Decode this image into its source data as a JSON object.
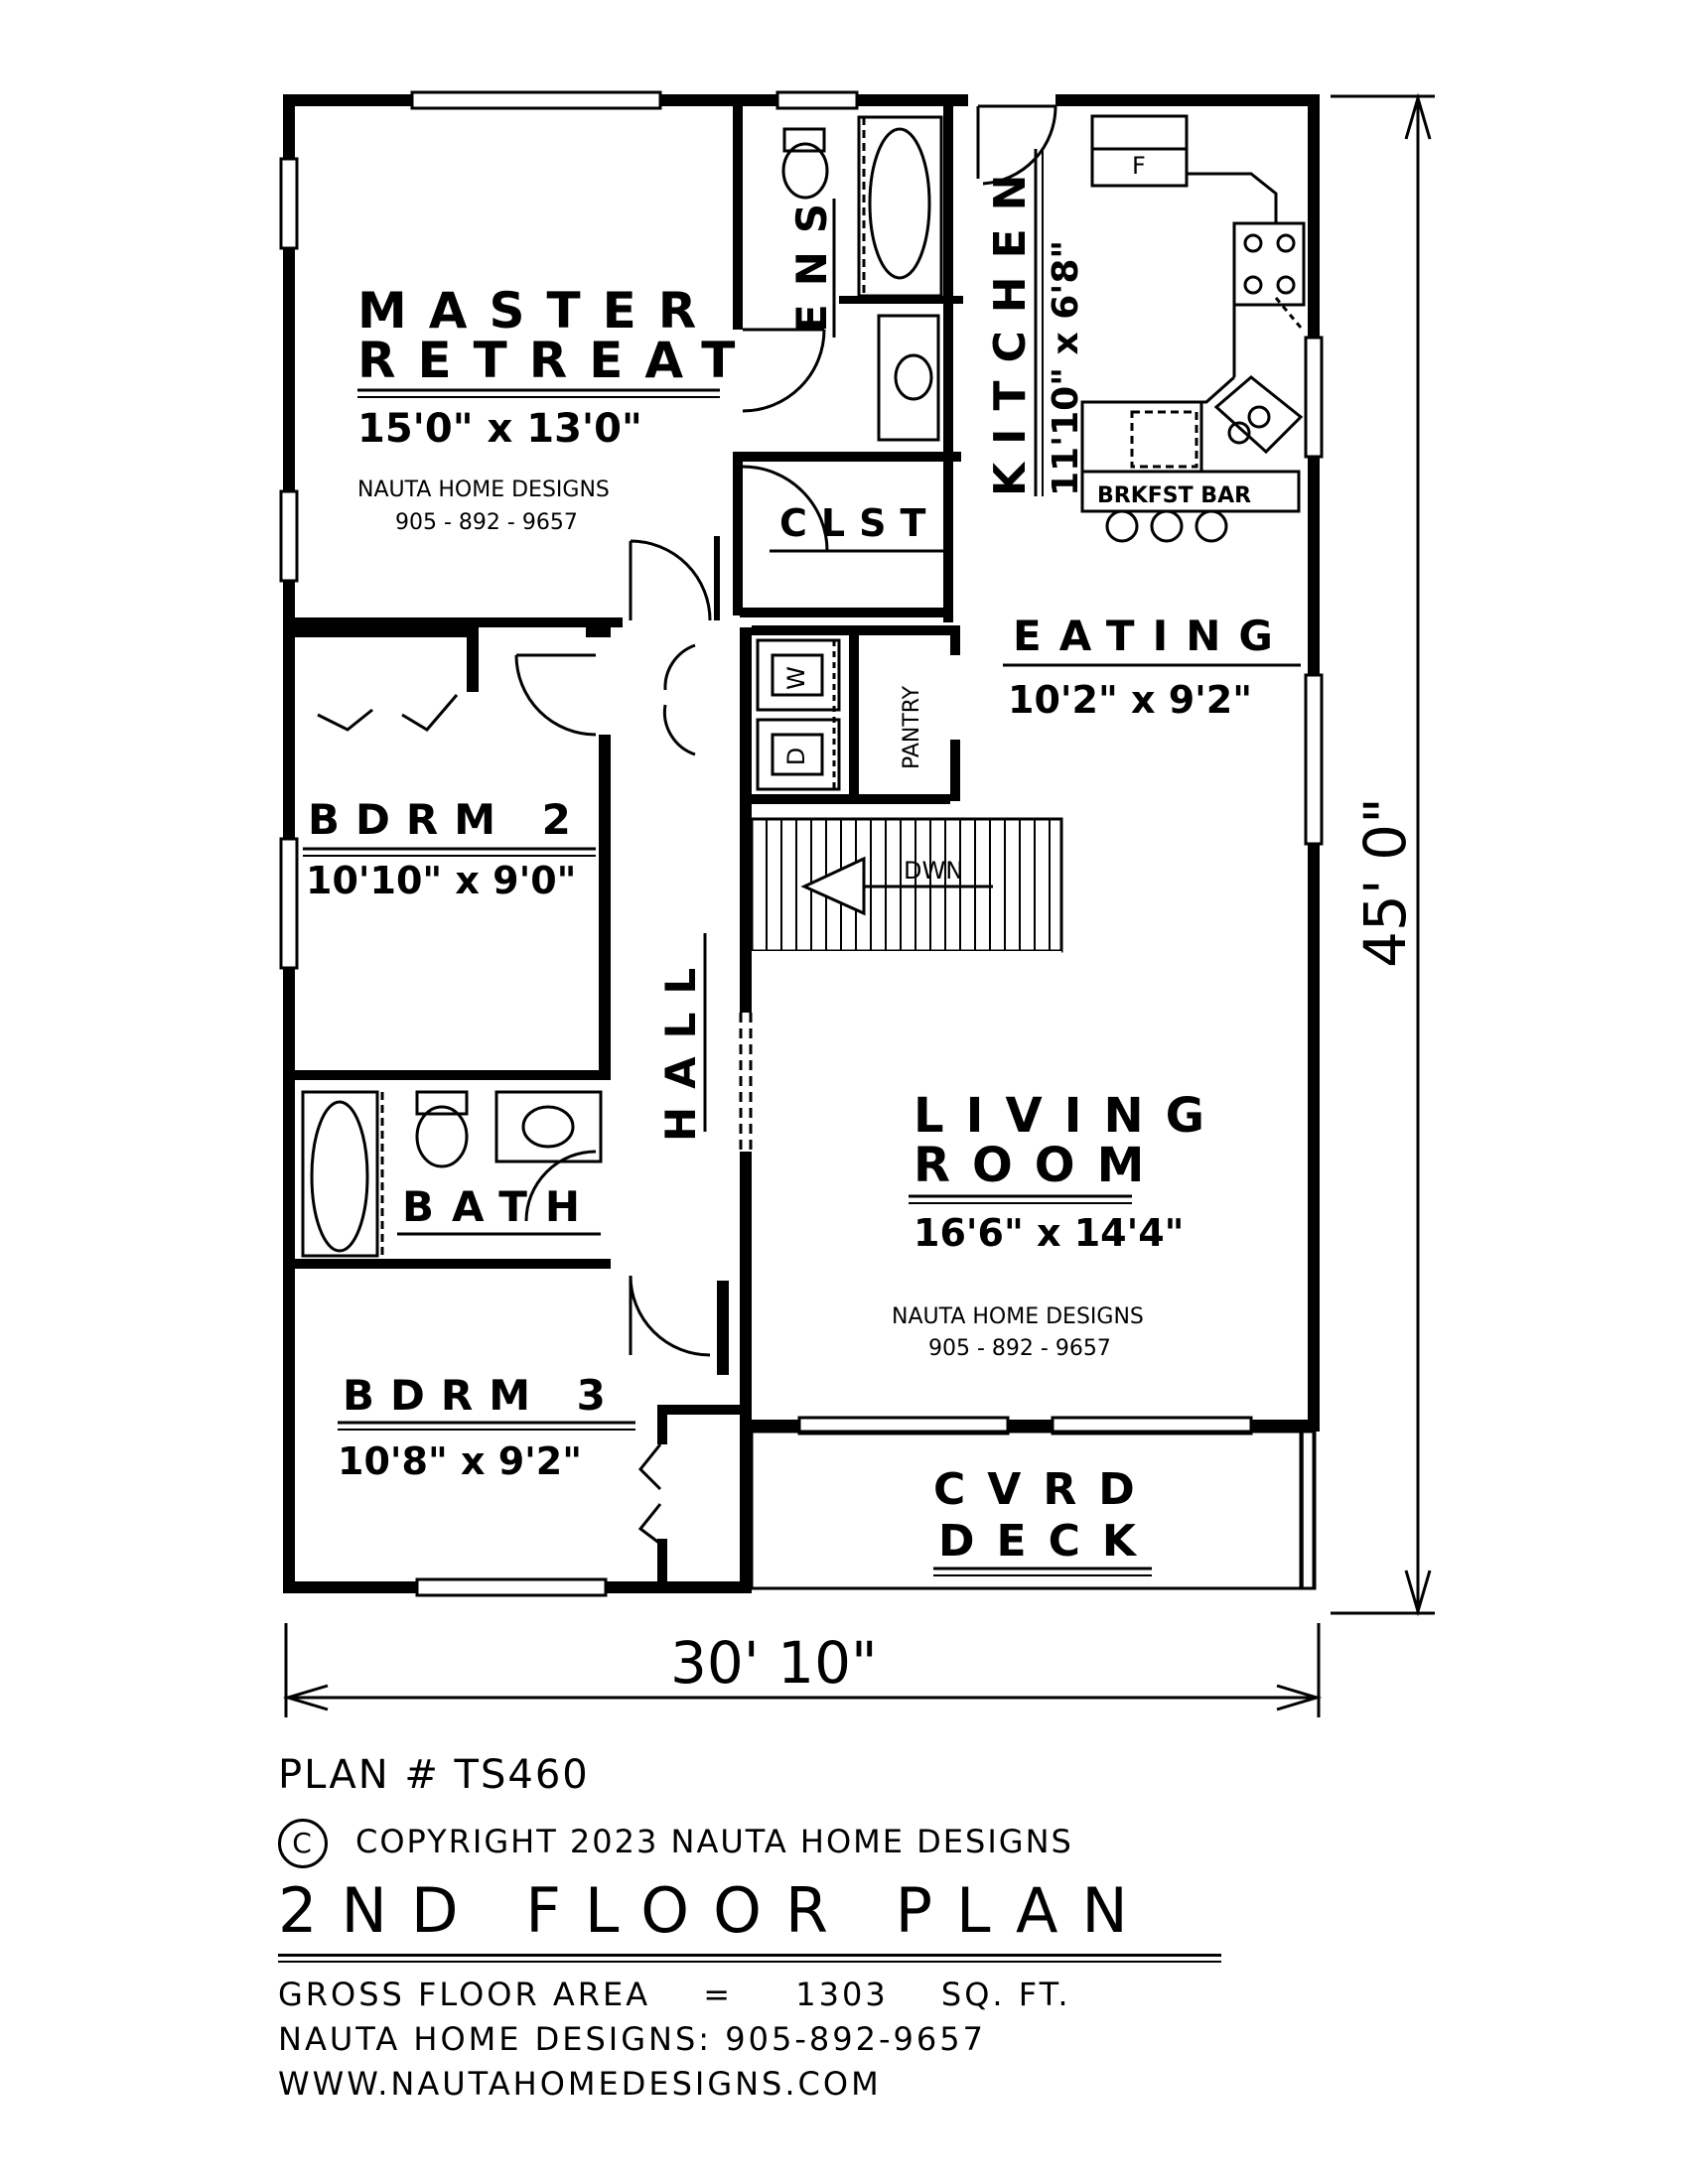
{
  "rooms": {
    "master": {
      "name1": "MASTER",
      "name2": "RETREAT",
      "size": "15'0\" x 13'0\"",
      "credit": "NAUTA HOME DESIGNS",
      "phone": "905 - 892 - 9657"
    },
    "ens": "ENS",
    "kitchen": {
      "name": "KITCHEN",
      "size": "11'10\" x 6'8\""
    },
    "fridge": "F",
    "brkfst": "BRKFST BAR",
    "clst": "CLST",
    "eating": {
      "name": "EATING",
      "size": "10'2\" x 9'2\""
    },
    "washer": "W",
    "dryer": "D",
    "pantry": "PANTRY",
    "dwn": "DWN",
    "bdrm2": {
      "name": "BDRM 2",
      "size": "10'10\" x 9'0\""
    },
    "hall": "HALL",
    "bath": "BATH",
    "living": {
      "name1": "LIVING",
      "name2": "ROOM",
      "size": "16'6\" x 14'4\"",
      "credit": "NAUTA HOME DESIGNS",
      "phone": "905 - 892 - 9657"
    },
    "bdrm3": {
      "name": "BDRM 3",
      "size": "10'8\" x 9'2\""
    },
    "deck": {
      "name1": "CVRD",
      "name2": "DECK"
    }
  },
  "dimensions": {
    "width": "30' 10\"",
    "depth": "45' 0\""
  },
  "title_block": {
    "plan_number": "PLAN # TS460",
    "copyright_symbol": "C",
    "copyright": "COPYRIGHT 2023 NAUTA HOME DESIGNS",
    "floor": "2ND FLOOR PLAN",
    "gross_label": "GROSS FLOOR AREA",
    "gross_eq": "=",
    "gross_value": "1303",
    "gross_unit": "SQ. FT.",
    "contact": "NAUTA HOME DESIGNS: 905-892-9657",
    "website": "WWW.NAUTAHOMEDESIGNS.COM"
  }
}
